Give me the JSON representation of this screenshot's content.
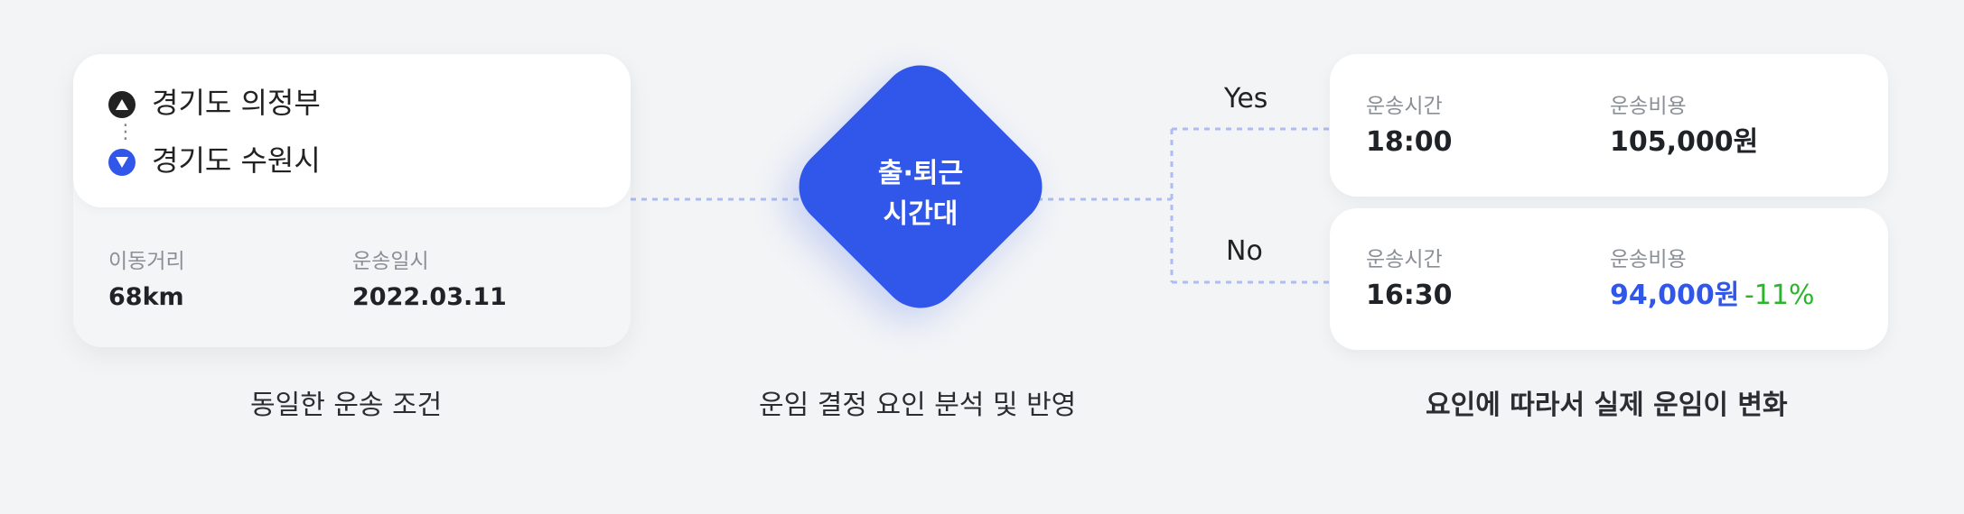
{
  "route": {
    "origin": "경기도 의정부",
    "destination": "경기도 수원시",
    "dots": "⋮",
    "distance_label": "이동거리",
    "distance_value": "68km",
    "date_label": "운송일시",
    "date_value": "2022.03.11"
  },
  "decision": {
    "line1": "출·퇴근",
    "line2": "시간대"
  },
  "branches": {
    "yes_label": "Yes",
    "no_label": "No"
  },
  "results": {
    "yes": {
      "time_label": "운송시간",
      "time_value": "18:00",
      "cost_label": "운송비용",
      "cost_value": "105,000원"
    },
    "no": {
      "time_label": "운송시간",
      "time_value": "16:30",
      "cost_label": "운송비용",
      "cost_value": "94,000원",
      "discount": "-11%"
    }
  },
  "captions": {
    "left": "동일한 운송 조건",
    "center": "운임 결정 요인 분석 및 반영",
    "right": "요인에 따라서 실제 운임이 변화"
  },
  "colors": {
    "accent": "#3157ea",
    "discount": "#2bb52b",
    "connector": "#aebcf3",
    "origin_pin": "#222222"
  },
  "icons": {
    "origin": "triangle-up-pin-icon",
    "destination": "triangle-down-pin-icon"
  }
}
